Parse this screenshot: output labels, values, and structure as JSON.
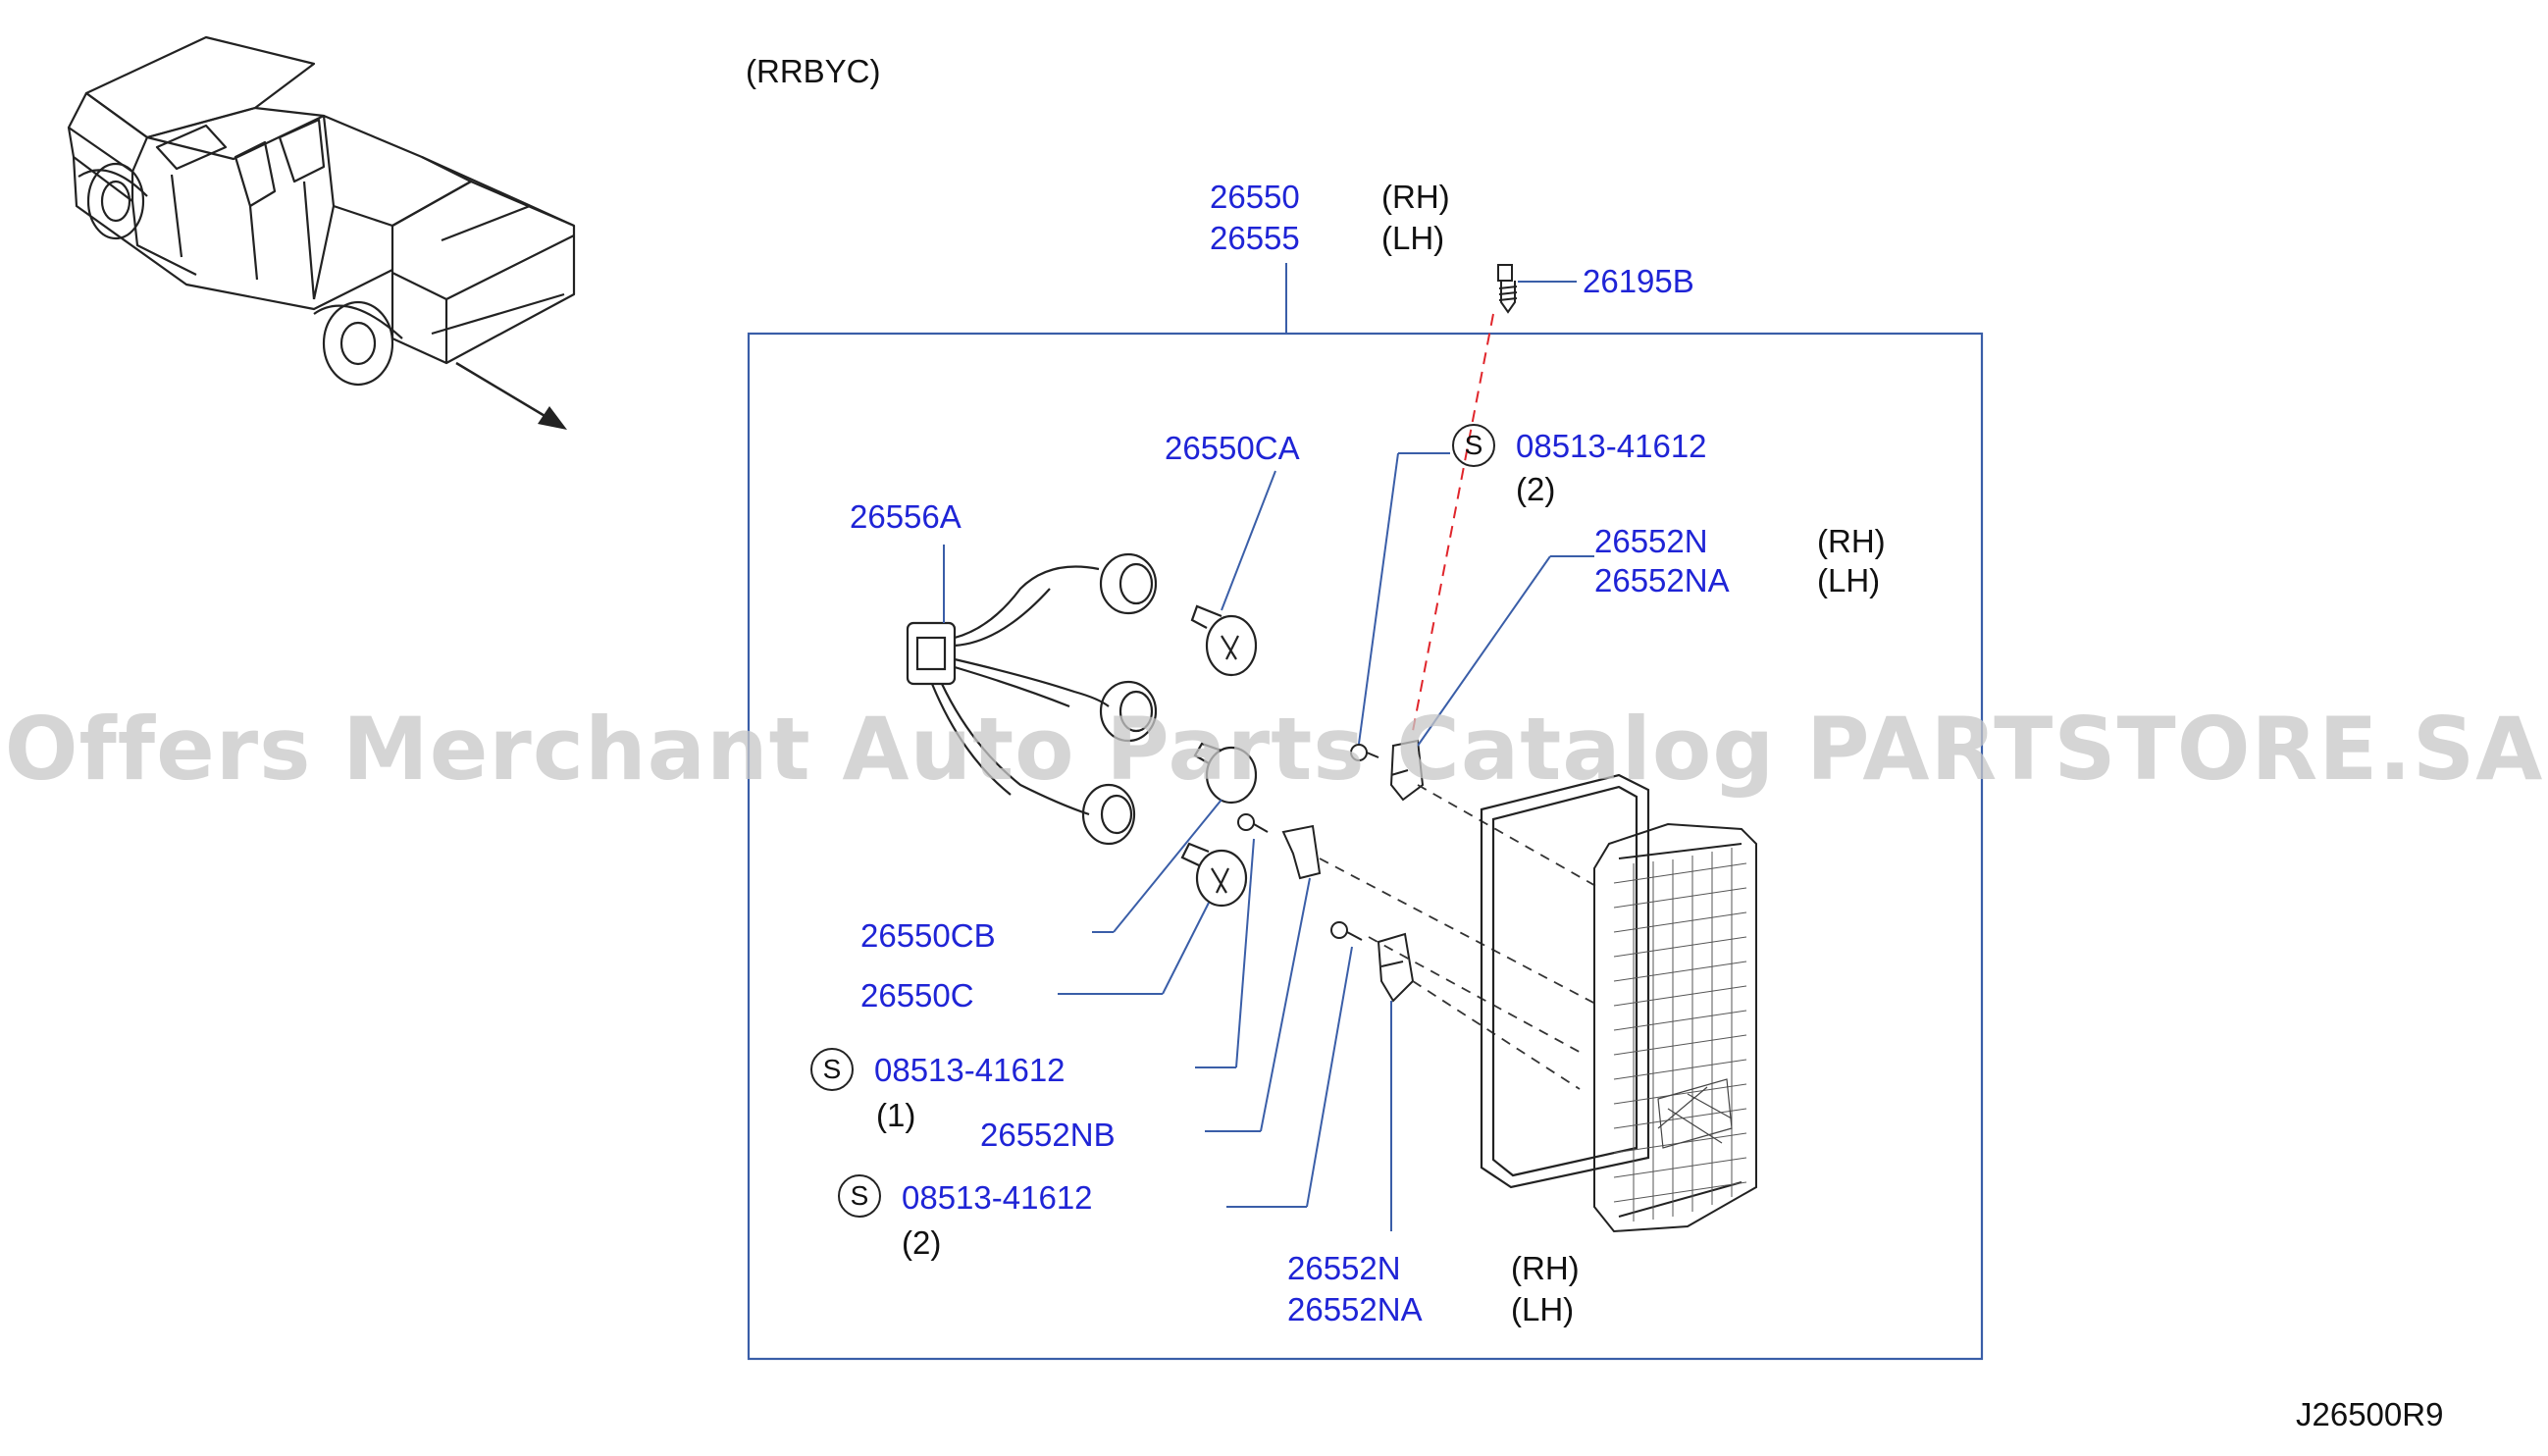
{
  "header": {
    "variant_code": "(RRBYC)"
  },
  "footer": {
    "diagram_code": "J26500R9"
  },
  "watermark": "Offers Merchant Auto Parts Catalog PARTSTORE.SA",
  "colors": {
    "part_number": "#1f24d6",
    "frame_line": "#3a5ea8",
    "ink": "#222222",
    "leader": "#3a5ea8",
    "dashed_red": "#e0252b"
  },
  "main_assembly": {
    "part_rh": "26550",
    "part_lh": "26555",
    "side_rh": "(RH)",
    "side_lh": "(LH)"
  },
  "parts": {
    "screw_top": "26195B",
    "bulb_top": "26550CA",
    "harness": "26556A",
    "std_bolt_top": {
      "symbol": "S",
      "number": "08513-41612",
      "qty": "(2)"
    },
    "bracket_top": {
      "part_rh": "26552N",
      "part_lh": "26552NA",
      "side_rh": "(RH)",
      "side_lh": "(LH)"
    },
    "bulb_mid": "26550CB",
    "bulb_low": "26550C",
    "std_bolt_mid": {
      "symbol": "S",
      "number": "08513-41612",
      "qty": "(1)"
    },
    "bracket_mid": "26552NB",
    "std_bolt_low": {
      "symbol": "S",
      "number": "08513-41612",
      "qty": "(2)"
    },
    "bracket_low": {
      "part_rh": "26552N",
      "part_lh": "26552NA",
      "side_rh": "(RH)",
      "side_lh": "(LH)"
    }
  }
}
